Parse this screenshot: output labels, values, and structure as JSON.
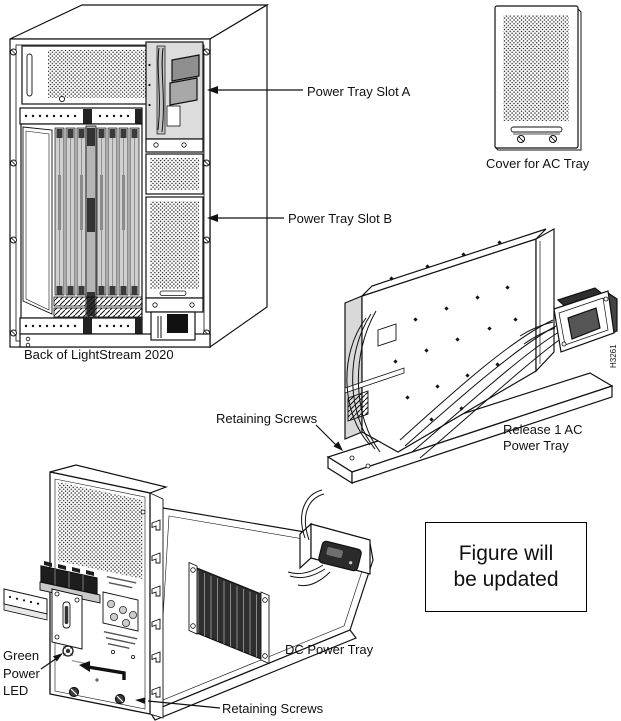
{
  "figure": {
    "callouts": {
      "power_tray_slot_a": "Power Tray Slot A",
      "power_tray_slot_b": "Power Tray Slot B",
      "cover_for_ac_tray": "Cover for AC Tray",
      "back_of_chassis": "Back of LightStream 2020",
      "retaining_screws_ac": "Retaining Screws",
      "release_ac_line1": "Release 1 AC",
      "release_ac_line2": "Power Tray",
      "dc_power_tray": "DC Power Tray",
      "green_power_led_line1": "Green",
      "green_power_led_line2": "Power",
      "green_power_led_line3": "LED",
      "retaining_screws_dc": "Retaining Screws",
      "figure_note_line1": "Figure will",
      "figure_note_line2": "be updated",
      "part_number": "H3261"
    },
    "colors": {
      "line": "#111111",
      "light_gray": "#d9d9d9",
      "mid_gray": "#9a9a9a",
      "dark_gray": "#2e2e2e",
      "background": "#ffffff"
    }
  }
}
